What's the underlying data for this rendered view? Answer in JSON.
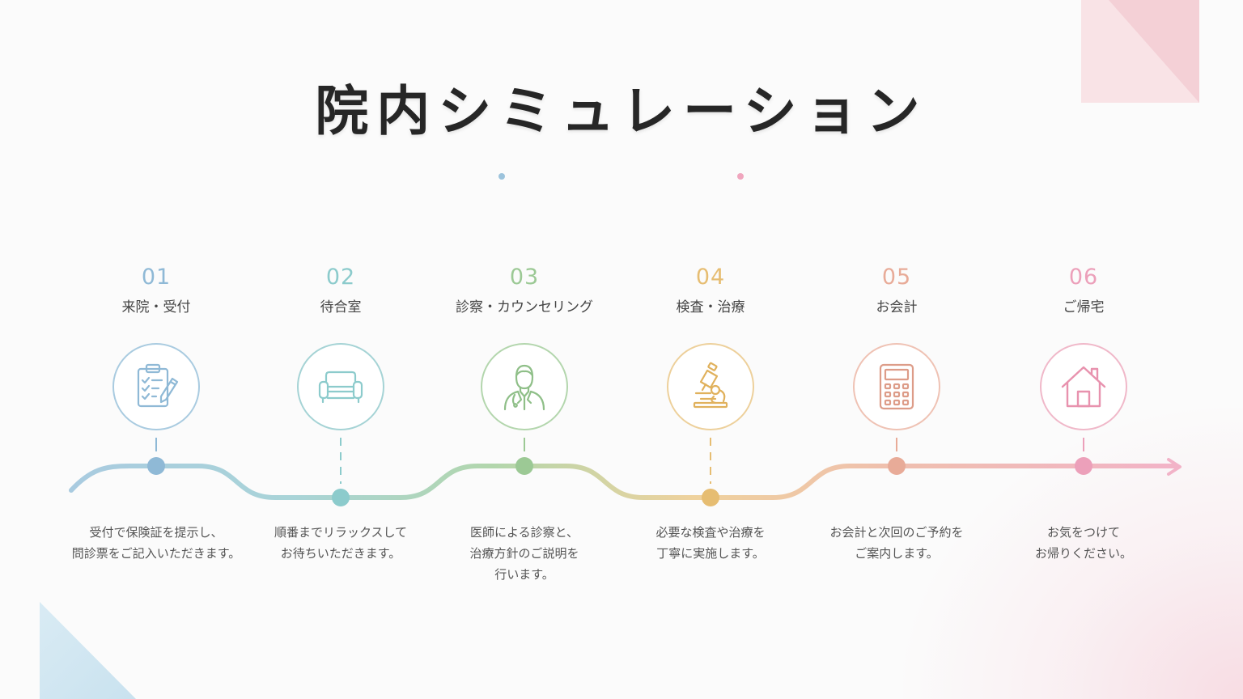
{
  "title": "院内シミュレーション",
  "colors": {
    "blue": "#9cc3dc",
    "teal": "#9fd0d2",
    "green": "#a9cfa3",
    "yellow": "#ecca8a",
    "peach": "#ecb6a6",
    "pink": "#f0adc4"
  },
  "steps": [
    {
      "number": "01",
      "title": "来院・受付",
      "description": "受付で保険証を提示し、\n問診票をご記入いただきます。",
      "icon": "clipboard-icon",
      "color": "#8fb9d6"
    },
    {
      "number": "02",
      "title": "待合室",
      "description": "順番までリラックスして\nお待ちいただきます。",
      "icon": "sofa-icon",
      "color": "#8ccbcc"
    },
    {
      "number": "03",
      "title": "診察・カウンセリング",
      "description": "医師による診察と、\n治療方針のご説明を\n行います。",
      "icon": "doctor-icon",
      "color": "#9cc995"
    },
    {
      "number": "04",
      "title": "検査・治療",
      "description": "必要な検査や治療を\n丁寧に実施します。",
      "icon": "microscope-icon",
      "color": "#e6bd72"
    },
    {
      "number": "05",
      "title": "お会計",
      "description": "お会計と次回のご予約を\nご案内します。",
      "icon": "calculator-icon",
      "color": "#e8ab98"
    },
    {
      "number": "06",
      "title": "ご帰宅",
      "description": "お気をつけて\nお帰りください。",
      "icon": "house-icon",
      "color": "#eca0ba"
    }
  ]
}
